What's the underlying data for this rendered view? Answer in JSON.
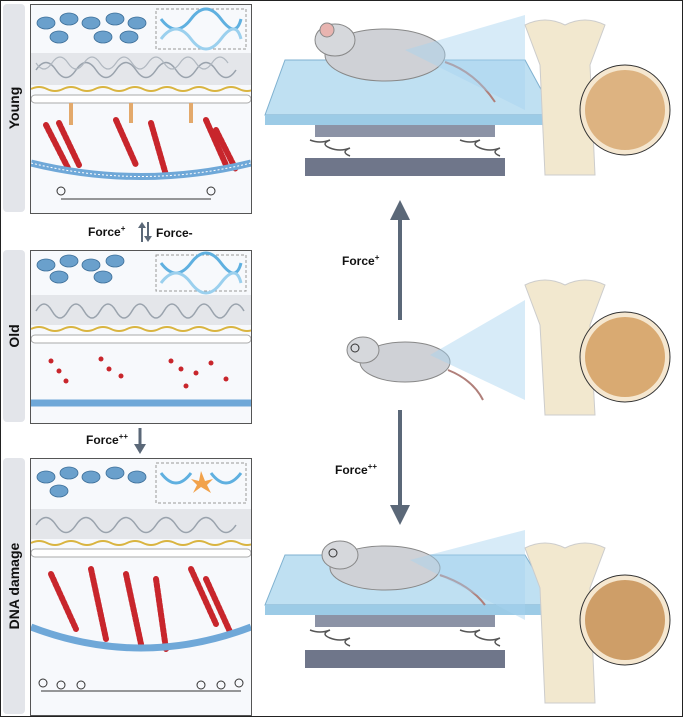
{
  "labels": {
    "young": "Young",
    "old": "Old",
    "dna_damage": "DNA damage",
    "force_plus": "Force",
    "force_plus_sup": "+",
    "force_minus": "Force-",
    "force_pp": "Force",
    "force_pp_sup": "++"
  },
  "colors": {
    "actin_red": "#c8262c",
    "chromatin_gray": "#9aa3ad",
    "dna_blue": "#5fb0e0",
    "membrane_blue": "#6fa8d8",
    "lamina_yellow": "#d9b440",
    "linker_orange": "#e3a96b",
    "bone": "#f2e8cf",
    "platform_blue": "#bfe0f2",
    "arrow_gray": "#5b6878"
  }
}
